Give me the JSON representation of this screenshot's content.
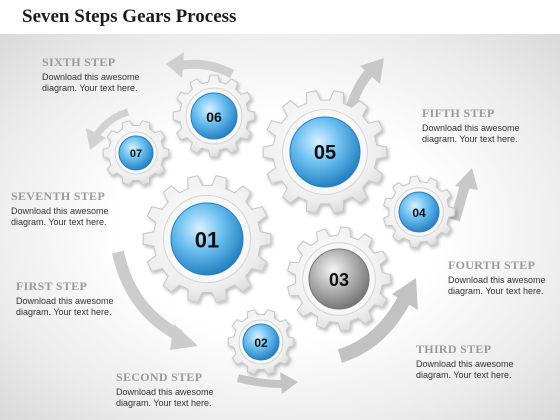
{
  "title": "Seven Steps Gears Process",
  "steps": [
    {
      "id": "sixth",
      "title": "SIXTH STEP",
      "line1": "Download this awesome",
      "line2": "diagram. Your text here."
    },
    {
      "id": "fifth",
      "title": "FIFTH STEP",
      "line1": "Download this awesome",
      "line2": "diagram. Your text here."
    },
    {
      "id": "seventh",
      "title": "SEVENTH STEP",
      "line1": "Download this awesome",
      "line2": "diagram. Your text here."
    },
    {
      "id": "fourth",
      "title": "FOURTH STEP",
      "line1": "Download this awesome",
      "line2": "diagram. Your text here."
    },
    {
      "id": "first",
      "title": "FIRST STEP",
      "line1": "Download this awesome",
      "line2": "diagram. Your text here."
    },
    {
      "id": "third",
      "title": "THIRD STEP",
      "line1": "Download this awesome",
      "line2": "diagram. Your text here."
    },
    {
      "id": "second",
      "title": "SECOND STEP",
      "line1": "Download this awesome",
      "line2": "diagram. Your text here."
    }
  ],
  "gears": [
    {
      "label": "01",
      "color": "blue"
    },
    {
      "label": "02",
      "color": "blue"
    },
    {
      "label": "03",
      "color": "gray"
    },
    {
      "label": "04",
      "color": "blue"
    },
    {
      "label": "05",
      "color": "blue"
    },
    {
      "label": "06",
      "color": "blue"
    },
    {
      "label": "07",
      "color": "blue"
    }
  ],
  "colors": {
    "blue_hub": "#3c9ede",
    "gray_hub": "#8a8a8a",
    "gear_body": "#eeeeee",
    "step_title": "#9a9a9a",
    "arrow": "#c8c8c8"
  }
}
